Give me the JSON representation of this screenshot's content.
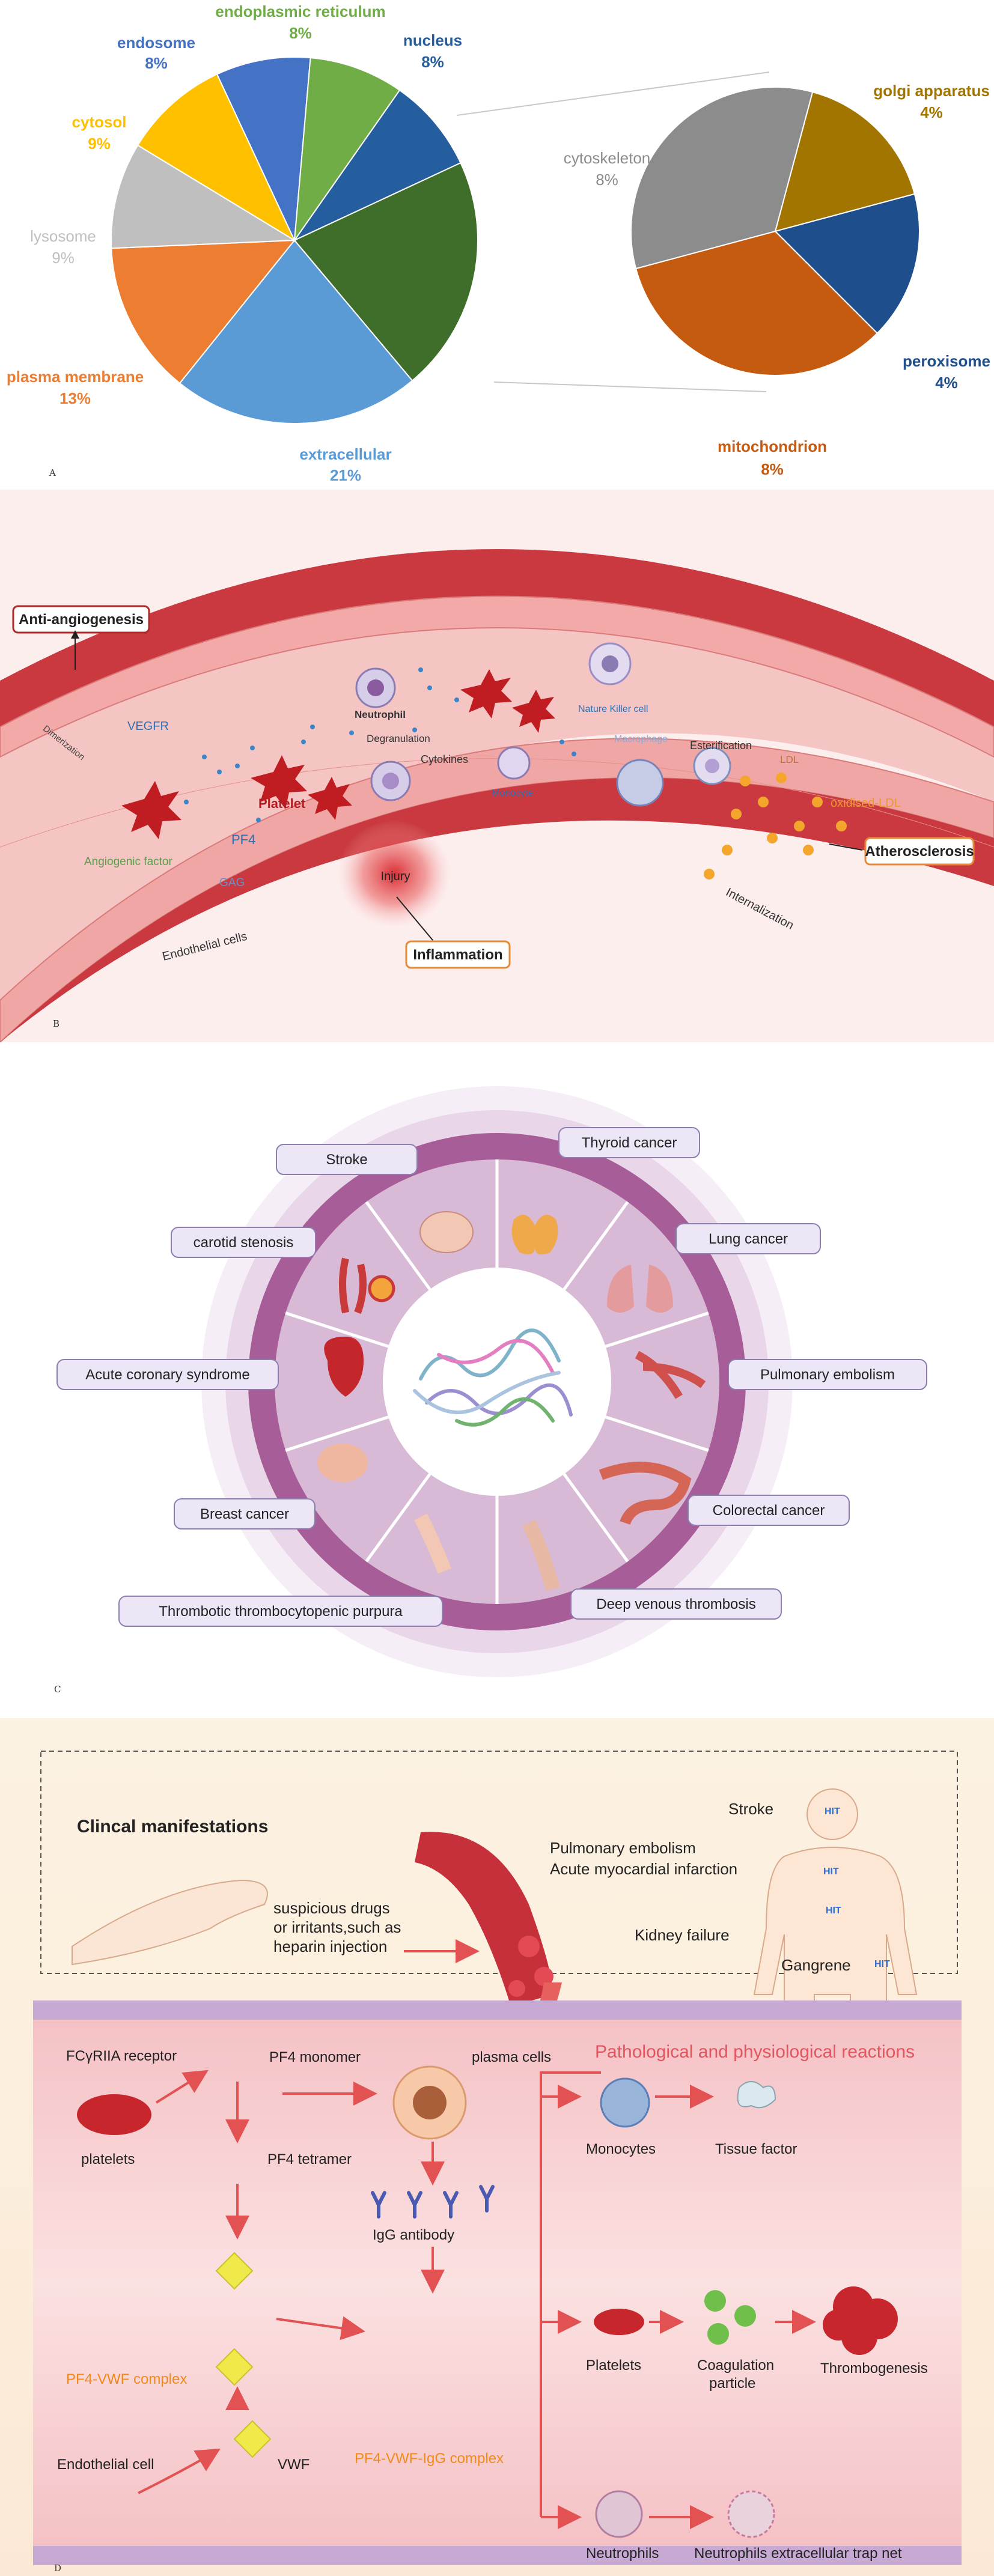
{
  "panels": {
    "a": {
      "letter": "A"
    },
    "b": {
      "letter": "B"
    },
    "c": {
      "letter": "C"
    },
    "d": {
      "letter": "D"
    }
  },
  "chart_data": {
    "type": "pie",
    "title": "",
    "main_slices": [
      {
        "label": "nucleus",
        "value": "8%",
        "v": 8,
        "color": "#255e9e"
      },
      {
        "label": "",
        "value": "",
        "v": 20,
        "color": "#3f6e2a"
      },
      {
        "label": "extracellular",
        "value": "21%",
        "v": 21,
        "color": "#5b9bd5"
      },
      {
        "label": "plasma membrane",
        "value": "13%",
        "v": 13,
        "color": "#ed7d31"
      },
      {
        "label": "lysosome",
        "value": "9%",
        "v": 9,
        "color": "#bfbfbf"
      },
      {
        "label": "cytosol",
        "value": "9%",
        "v": 9,
        "color": "#ffc000"
      },
      {
        "label": "endosome",
        "value": "8%",
        "v": 8,
        "color": "#4472c4"
      },
      {
        "label": "endoplasmic reticulum",
        "value": "8%",
        "v": 8,
        "color": "#70ad47"
      }
    ],
    "breakout_slices": [
      {
        "label": "golgi apparatus",
        "value": "4%",
        "v": 4,
        "color": "#a27500"
      },
      {
        "label": "peroxisome",
        "value": "4%",
        "v": 4,
        "color": "#1f4e8c"
      },
      {
        "label": "mitochondrion",
        "value": "8%",
        "v": 8,
        "color": "#c55a11"
      },
      {
        "label": "cytoskeleton",
        "value": "8%",
        "v": 8,
        "color": "#8c8c8c"
      }
    ]
  },
  "panel_b": {
    "labels": {
      "anti_angiogenesis": "Anti-angiogenesis",
      "atherosclerosis": "Atherosclerosis",
      "inflammation": "Inflammation",
      "injury": "Injury",
      "vegfr": "VEGFR",
      "dimerization": "Dimerization",
      "neutrophil": "Neutrophil",
      "degranulation": "Degranulation",
      "cytokines": "Cytokines",
      "monocyte": "Monocyte",
      "nk_cell": "Nature Killer cell",
      "macrophage": "Macrophage",
      "esterification": "Esterification",
      "ldl": "LDL",
      "oxidised_ldl": "oxidised-LDL",
      "platelet": "Platelet",
      "pf4": "PF4",
      "gag": "GAG",
      "angiogenic_factor": "Angiogenic factor",
      "endothelial_cells": "Endothelial cells",
      "internalization": "Internalization"
    }
  },
  "panel_c": {
    "diseases": {
      "stroke": "Stroke",
      "thyroid": "Thyroid cancer",
      "carotid": "carotid stenosis",
      "lung": "Lung cancer",
      "acs": "Acute coronary syndrome",
      "pe": "Pulmonary embolism",
      "breast": "Breast cancer",
      "colorectal": "Colorectal cancer",
      "ttp": "Thrombotic  thrombocytopenic purpura",
      "dvt": "Deep venous thrombosis"
    }
  },
  "panel_d": {
    "clinical_title": "Clincal manifestations",
    "drugs_line1": "suspicious drugs",
    "drugs_line2": "or irritants,such as",
    "drugs_line3": "heparin injection",
    "pe_ami_1": "Pulmonary embolism",
    "pe_ami_2": "Acute myocardial infarction",
    "stroke": "Stroke",
    "kidney": "Kidney failure",
    "gangrene": "Gangrene",
    "hit": "HIT",
    "reactions_title": "Pathological and physiological reactions",
    "fcr": "FCγRIIA receptor",
    "platelets": "platelets",
    "pf4_monomer": "PF4 monomer",
    "pf4_tetramer": "PF4 tetramer",
    "plasma_cells": "plasma cells",
    "igg": "IgG antibody",
    "pf4_vwf": "PF4-VWF complex",
    "pf4_vwf_igg": "PF4-VWF-IgG complex",
    "endothelial": "Endothelial cell",
    "vwf": "VWF",
    "monocytes": "Monocytes",
    "tissue_factor": "Tissue factor",
    "platelets2": "Platelets",
    "coag_1": "Coagulation",
    "coag_2": "particle",
    "thrombogenesis": "Thrombogenesis",
    "neutrophils": "Neutrophils",
    "net": "Neutrophils extracellular trap net"
  }
}
